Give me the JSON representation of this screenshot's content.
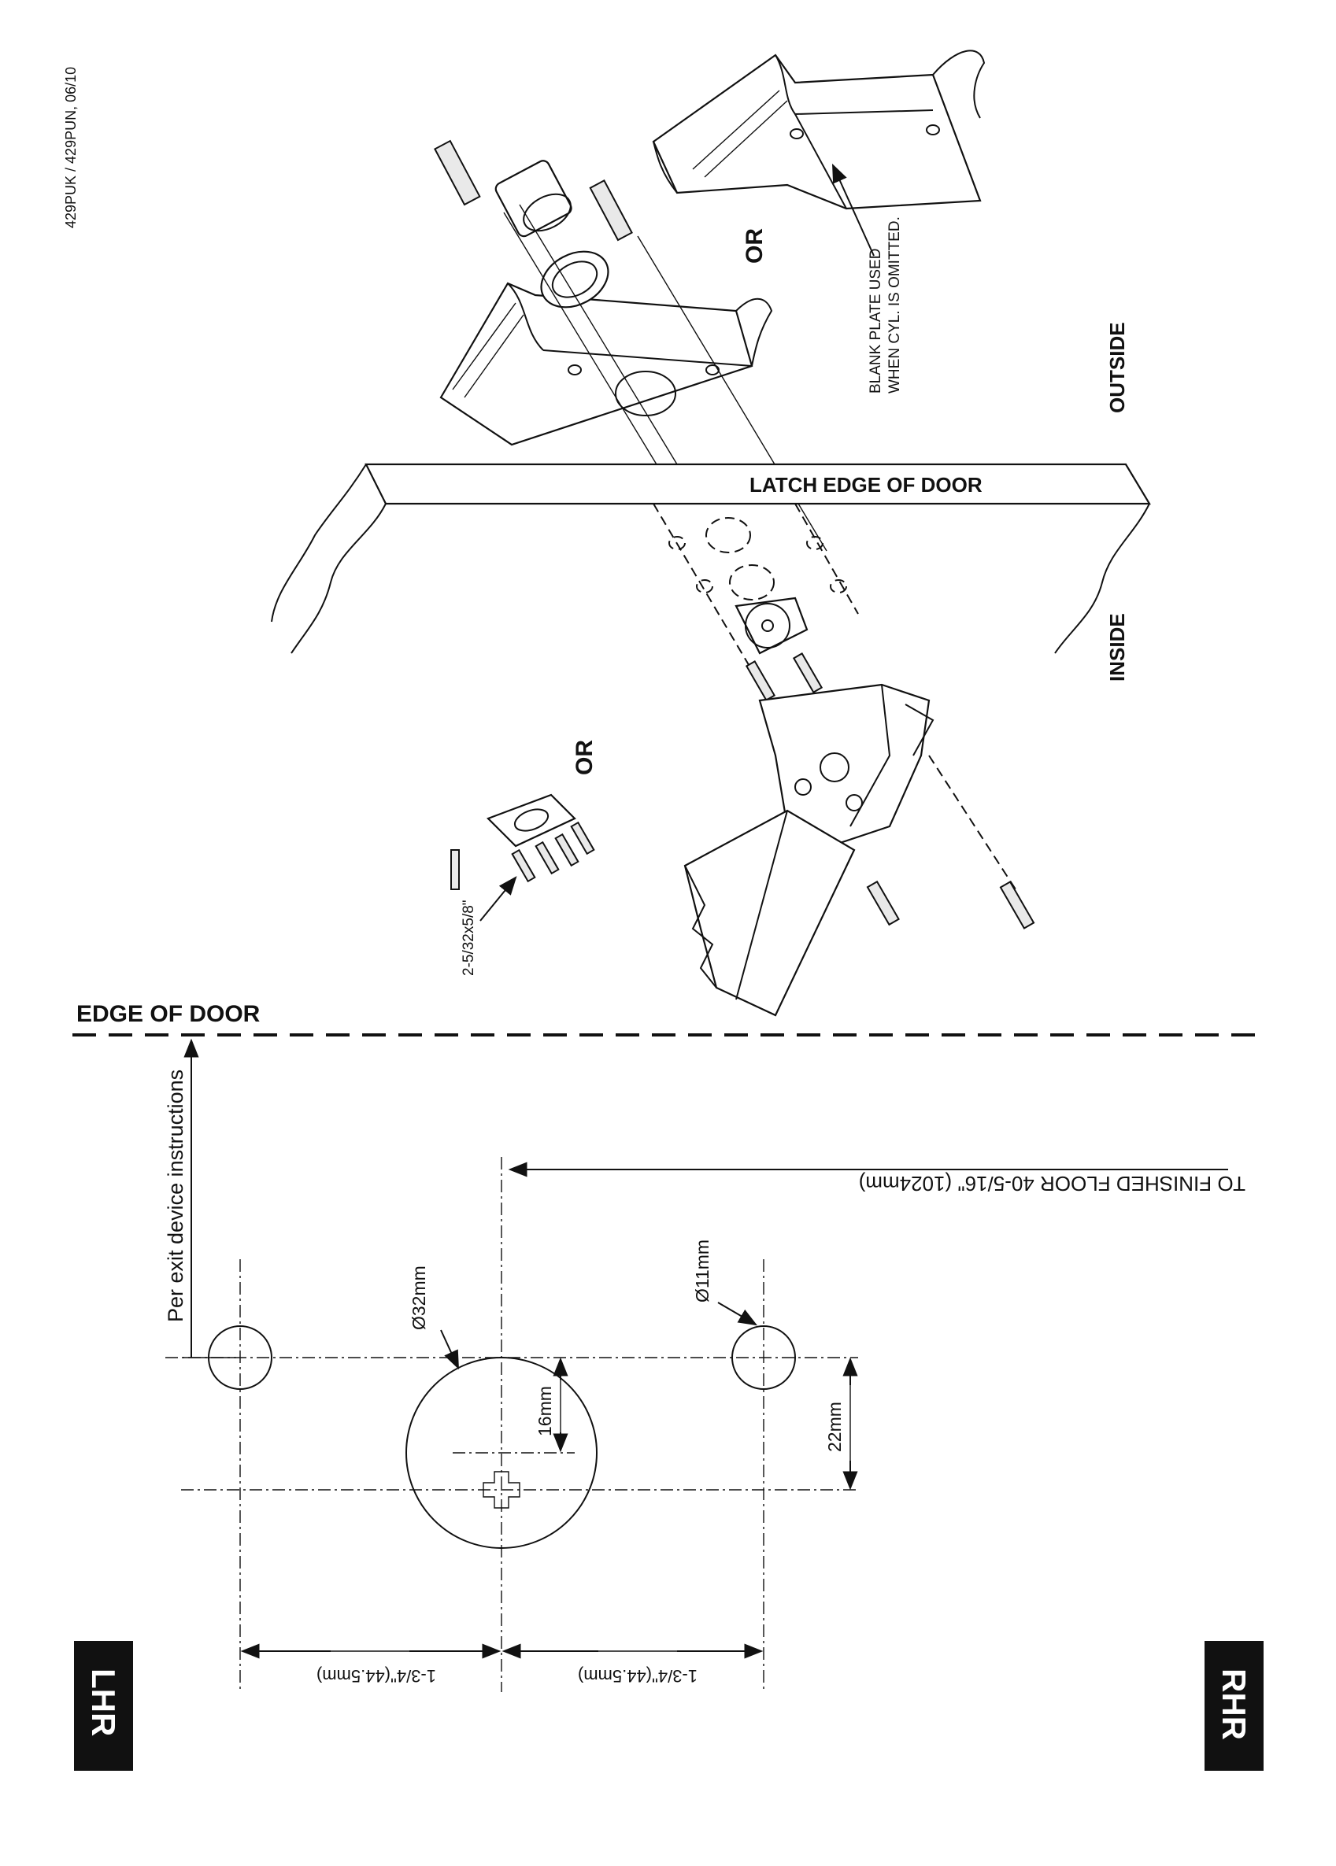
{
  "doc_code": "429PUK / 429PUN, 06/10",
  "labels": {
    "or_top": "OR",
    "or_left": "OR",
    "blank_plate_line1": "BLANK PLATE USED",
    "blank_plate_line2": "WHEN CYL. IS OMITTED.",
    "outside": "OUTSIDE",
    "inside": "INSIDE",
    "latch_edge": "LATCH EDGE OF DOOR",
    "screw_spec": "2-5/32x5/8\"",
    "edge_of_door": "EDGE OF DOOR",
    "per_exit": "Per exit device instructions",
    "to_floor": "TO FINISHED FLOOR 40-5/16\" (1024mm)",
    "dia_large": "Ø32mm",
    "dia_small": "Ø11mm",
    "dim_16": "16mm",
    "dim_22": "22mm",
    "dim_left": "1-3/4\"(44.5mm)",
    "dim_right": "1-3/4\"(44.5mm)"
  },
  "badges": {
    "left": "LHR",
    "right": "RHR"
  }
}
